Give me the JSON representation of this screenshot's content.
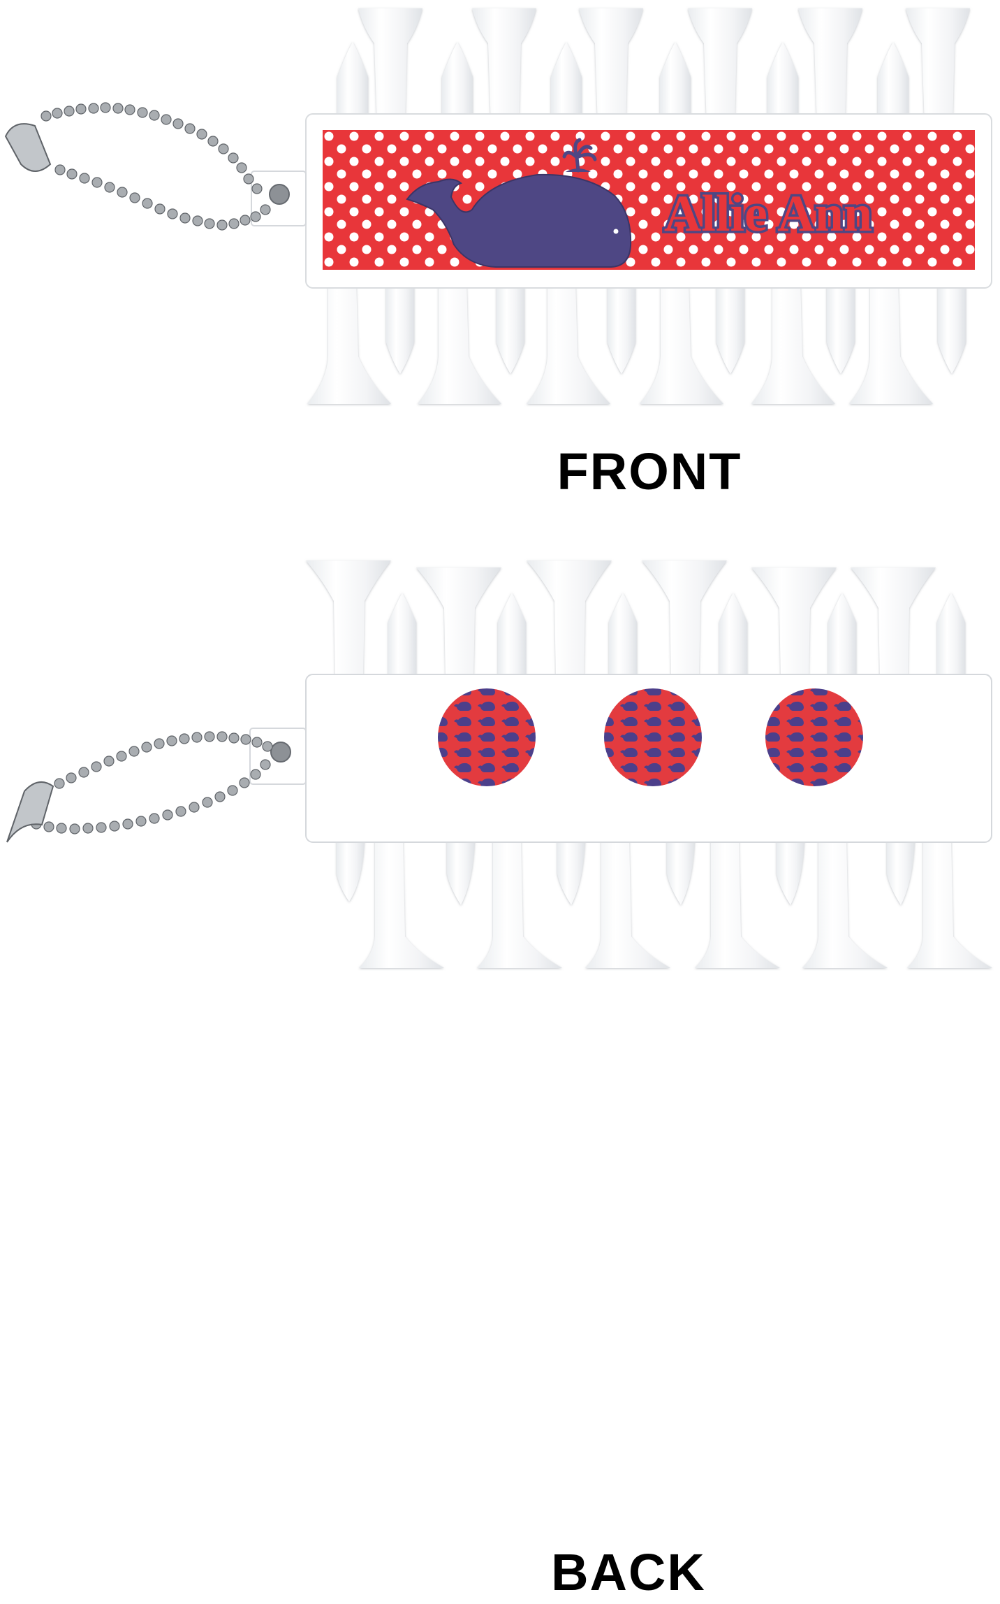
{
  "product": {
    "front": {
      "caption": "FRONT",
      "personalization_text": "Allie Ann",
      "pattern": "polka-dot",
      "background_color": "#e8363a",
      "dot_color": "#ffffff",
      "motif_icon": "whale-icon",
      "motif_color": "#4e4784"
    },
    "back": {
      "caption": "BACK",
      "badge_count": 3,
      "badge_pattern": "whale-pattern",
      "badge_background_color": "#e33b3f",
      "badge_motif_color": "#4c3f8a"
    },
    "tee_color": "#ffffff",
    "holder_color": "#ffffff",
    "chain_color": "#9a9a9a",
    "tee_count_per_side": 12
  }
}
